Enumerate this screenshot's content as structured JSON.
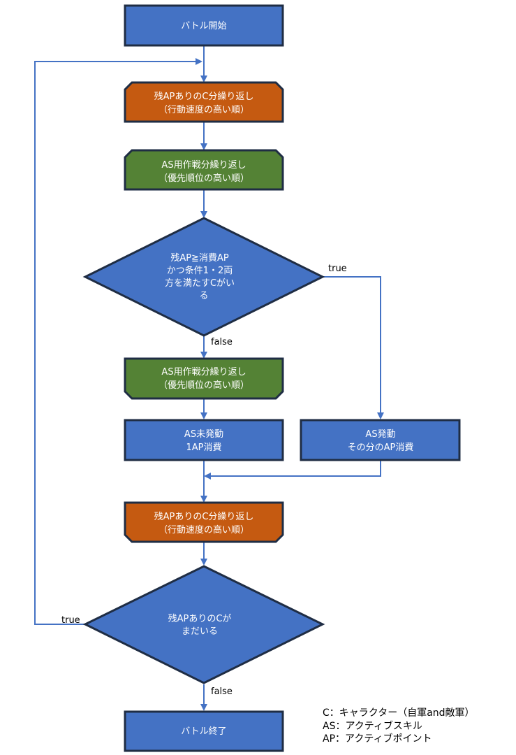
{
  "colors": {
    "process_fill": "#4472c4",
    "loop_fill": "#c55a11",
    "inner_loop_fill": "#548235",
    "border": "#1f2d44",
    "arrow": "#4472c4"
  },
  "nodes": {
    "start": {
      "lines": [
        "バトル開始"
      ]
    },
    "loop_char_1": {
      "lines": [
        "残APありのC分繰り返し",
        "（行動速度の高い順）"
      ]
    },
    "loop_strategy_1": {
      "lines": [
        "AS用作戦分繰り返し",
        "（優先順位の高い順）"
      ]
    },
    "decision_1": {
      "lines": [
        "残AP≧消費AP",
        "かつ条件1・2両",
        "方を満たすCがい",
        "る"
      ]
    },
    "loop_strategy_2": {
      "lines": [
        "AS用作戦分繰り返し",
        "（優先順位の高い順）"
      ]
    },
    "as_not_fired": {
      "lines": [
        "AS未発動",
        "1AP消費"
      ]
    },
    "as_fired": {
      "lines": [
        "AS発動",
        "その分のAP消費"
      ]
    },
    "loop_char_2": {
      "lines": [
        "残APありのC分繰り返し",
        "（行動速度の高い順）"
      ]
    },
    "decision_2": {
      "lines": [
        "残APありのCが",
        "まだいる"
      ]
    },
    "end": {
      "lines": [
        "バトル終了"
      ]
    }
  },
  "edge_labels": {
    "d1_true": "true",
    "d1_false": "false",
    "d2_true": "true",
    "d2_false": "false"
  },
  "legend": {
    "line1": "C：キャラクター（自軍and敵軍）",
    "line2": "AS：アクティブスキル",
    "line3": "AP：アクティブポイント"
  }
}
